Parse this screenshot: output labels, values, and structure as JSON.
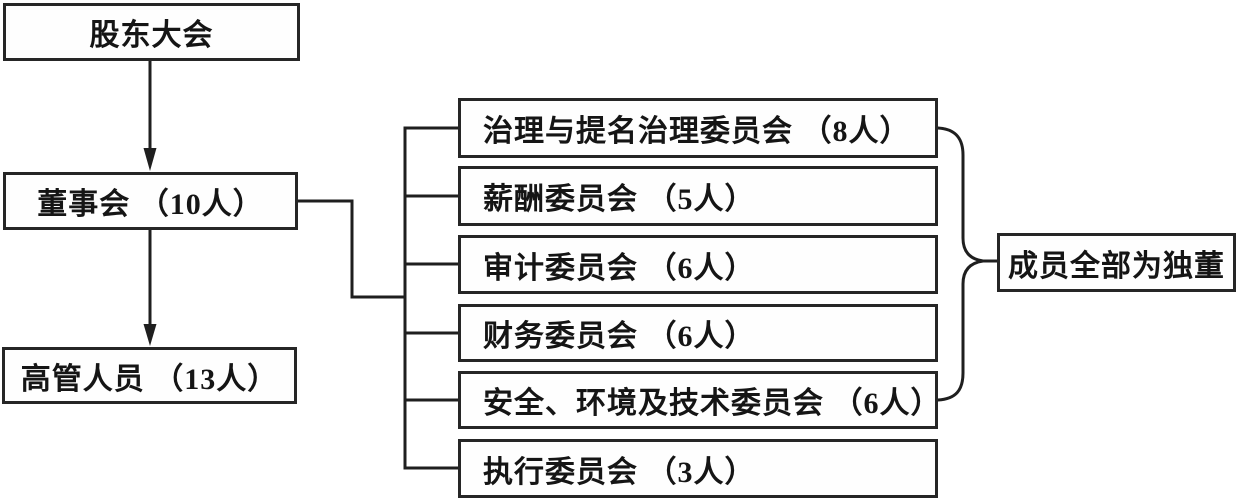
{
  "nodes": {
    "shareholders": {
      "label": "股东大会"
    },
    "board": {
      "label": "董事会 （10人）"
    },
    "executives": {
      "label": "高管人员 （13人）"
    },
    "note": {
      "label": "成员全部为独董"
    }
  },
  "committees": [
    {
      "label": "治理与提名治理委员会 （8人）"
    },
    {
      "label": "薪酬委员会 （5人）"
    },
    {
      "label": "审计委员会 （6人）"
    },
    {
      "label": "财务委员会 （6人）"
    },
    {
      "label": "安全、环境及技术委员会 （6人）"
    },
    {
      "label": "执行委员会 （3人）"
    }
  ],
  "colors": {
    "line": "#1f1f1f",
    "border": "#262626",
    "background": "#ffffff",
    "text": "#151515"
  }
}
